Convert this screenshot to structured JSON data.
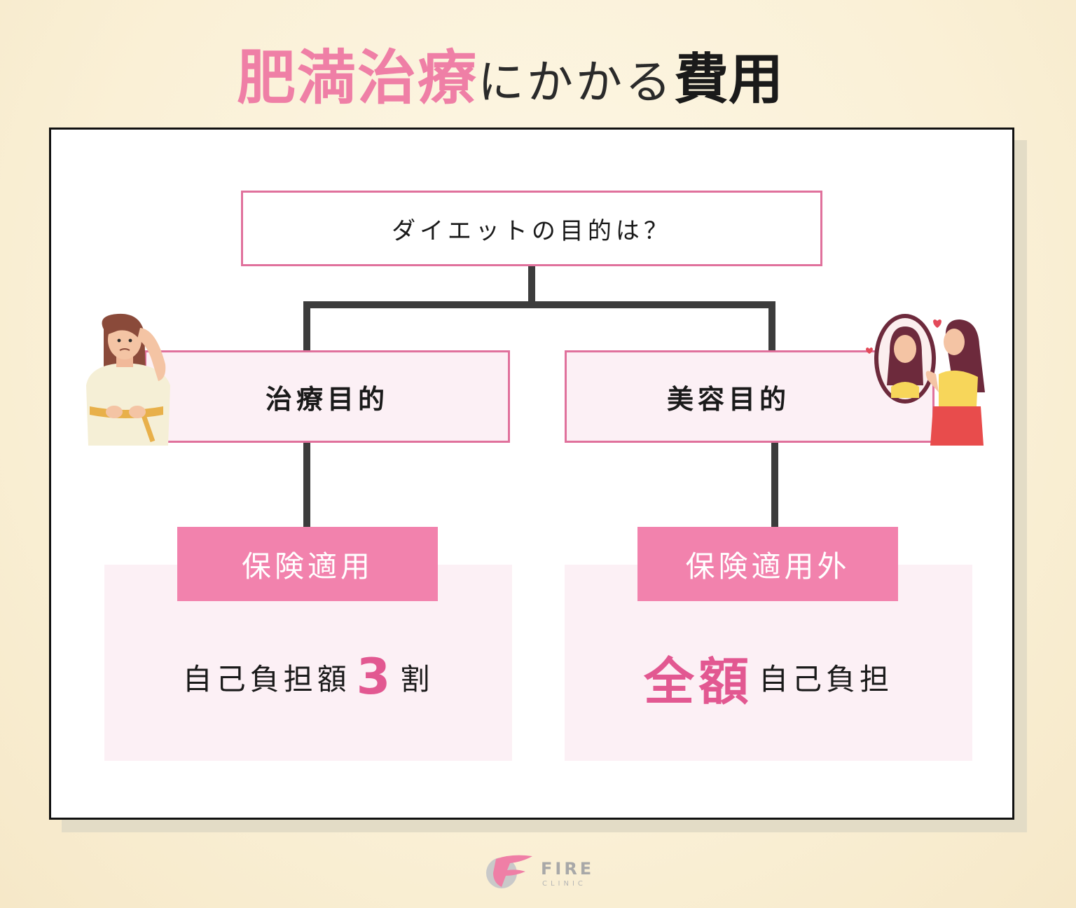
{
  "title": {
    "highlight": "肥満治療",
    "middle": "にかかる",
    "end": "費用"
  },
  "question": "ダイエットの目的は？",
  "branches": [
    {
      "category": "治療目的",
      "insurance": "保険適用",
      "result_prefix": "自己負担額",
      "result_emphasis": "3",
      "result_suffix": "割"
    },
    {
      "category": "美容目的",
      "insurance": "保険適用外",
      "result_emphasis": "全額",
      "result_suffix": "自己負担"
    }
  ],
  "logo": {
    "name": "FIRE",
    "sub": "CLINIC"
  },
  "colors": {
    "accent_pink": "#ef7fa6",
    "tag_pink": "#f282ad",
    "light_pink": "#fcf0f5",
    "connector": "#3c3c3c"
  }
}
